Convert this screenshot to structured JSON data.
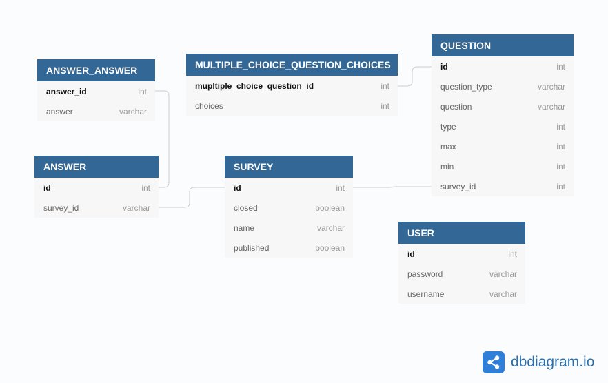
{
  "tables": [
    {
      "key": "answer_answer",
      "name": "ANSWER_ANSWER",
      "columns": [
        {
          "name": "answer_id",
          "type": "int",
          "pk": true
        },
        {
          "name": "answer",
          "type": "varchar",
          "pk": false
        }
      ]
    },
    {
      "key": "multiple_choice_question_choices",
      "name": "MULTIPLE_CHOICE_QUESTION_CHOICES",
      "columns": [
        {
          "name": "mupltiple_choice_question_id",
          "type": "int",
          "pk": true
        },
        {
          "name": "choices",
          "type": "int",
          "pk": false
        }
      ]
    },
    {
      "key": "question",
      "name": "QUESTION",
      "columns": [
        {
          "name": "id",
          "type": "int",
          "pk": true
        },
        {
          "name": "question_type",
          "type": "varchar",
          "pk": false
        },
        {
          "name": "question",
          "type": "varchar",
          "pk": false
        },
        {
          "name": "type",
          "type": "int",
          "pk": false
        },
        {
          "name": "max",
          "type": "int",
          "pk": false
        },
        {
          "name": "min",
          "type": "int",
          "pk": false
        },
        {
          "name": "survey_id",
          "type": "int",
          "pk": false
        }
      ]
    },
    {
      "key": "answer",
      "name": "ANSWER",
      "columns": [
        {
          "name": "id",
          "type": "int",
          "pk": true
        },
        {
          "name": "survey_id",
          "type": "varchar",
          "pk": false
        }
      ]
    },
    {
      "key": "survey",
      "name": "SURVEY",
      "columns": [
        {
          "name": "id",
          "type": "int",
          "pk": true
        },
        {
          "name": "closed",
          "type": "boolean",
          "pk": false
        },
        {
          "name": "name",
          "type": "varchar",
          "pk": false
        },
        {
          "name": "published",
          "type": "boolean",
          "pk": false
        }
      ]
    },
    {
      "key": "user",
      "name": "USER",
      "columns": [
        {
          "name": "id",
          "type": "int",
          "pk": true
        },
        {
          "name": "password",
          "type": "varchar",
          "pk": false
        },
        {
          "name": "username",
          "type": "varchar",
          "pk": false
        }
      ]
    }
  ],
  "relationships": [
    {
      "from": "answer_answer.answer_id",
      "to": "answer.id"
    },
    {
      "from": "answer.survey_id",
      "to": "survey.id"
    },
    {
      "from": "survey.id",
      "to": "question.survey_id"
    },
    {
      "from": "multiple_choice_question_choices.mupltiple_choice_question_id",
      "to": "question.id"
    }
  ],
  "brand": {
    "name": "dbdiagram.io",
    "logo_icon": "share-nodes-icon"
  },
  "colors": {
    "header": "#326796",
    "header_text": "#ffffff",
    "table_body": "#f7f7f7",
    "link": "#c8cbd0",
    "background": "#fbfcfd",
    "brand": "#2f7ed8"
  }
}
